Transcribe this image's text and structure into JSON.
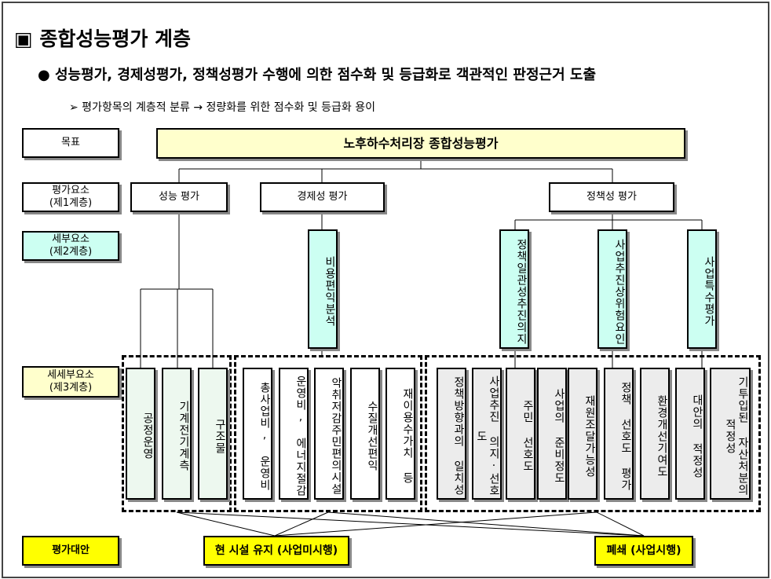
{
  "title": "▣ 종합성능평가 계층",
  "bullet": "● 성능평가, 경제성평가, 정책성평가 수행에 의한 점수화 및 등급화로 객관적인 판정근거 도출",
  "subbullet": "➢ 평가항목의 계층적 분류 → 정량화를 위한 점수화 및 등급화 용이",
  "levels": {
    "goal": "목표",
    "level1": "평가요소\n(제1계층)",
    "level2": "세부요소\n(제2계층)",
    "level3": "세세부요소\n(제3계층)",
    "alt": "평가대안"
  },
  "goal_box": "노후하수처리장 종합성능평가",
  "level1_items": [
    "성능 평가",
    "경제성 평가",
    "정책성 평가"
  ],
  "level2_items": [
    "비용편익분석",
    "정책일관성추진의지",
    "사업추진상위험요인",
    "사업특수평가"
  ],
  "level3_items": [
    "공정운영",
    "기계전기계측",
    "구조물",
    "총사업비, 운영비",
    "운영비, 에너지절감",
    "악취저감주민편의시설",
    "수질개선편익",
    "재이용수가치 등",
    "정책방향과의 일치성",
    "사업추진 의지·선호도",
    "주민 선호도",
    "사업의 준비정도",
    "재원조달가능성",
    "정책 선호도 평가",
    "환경개선기여도",
    "대안의 적정성",
    "기투입된 자산처분의 적정성"
  ],
  "alternatives": [
    "현 시설 유지 (사업미시행)",
    "폐쇄 (사업시행)"
  ]
}
